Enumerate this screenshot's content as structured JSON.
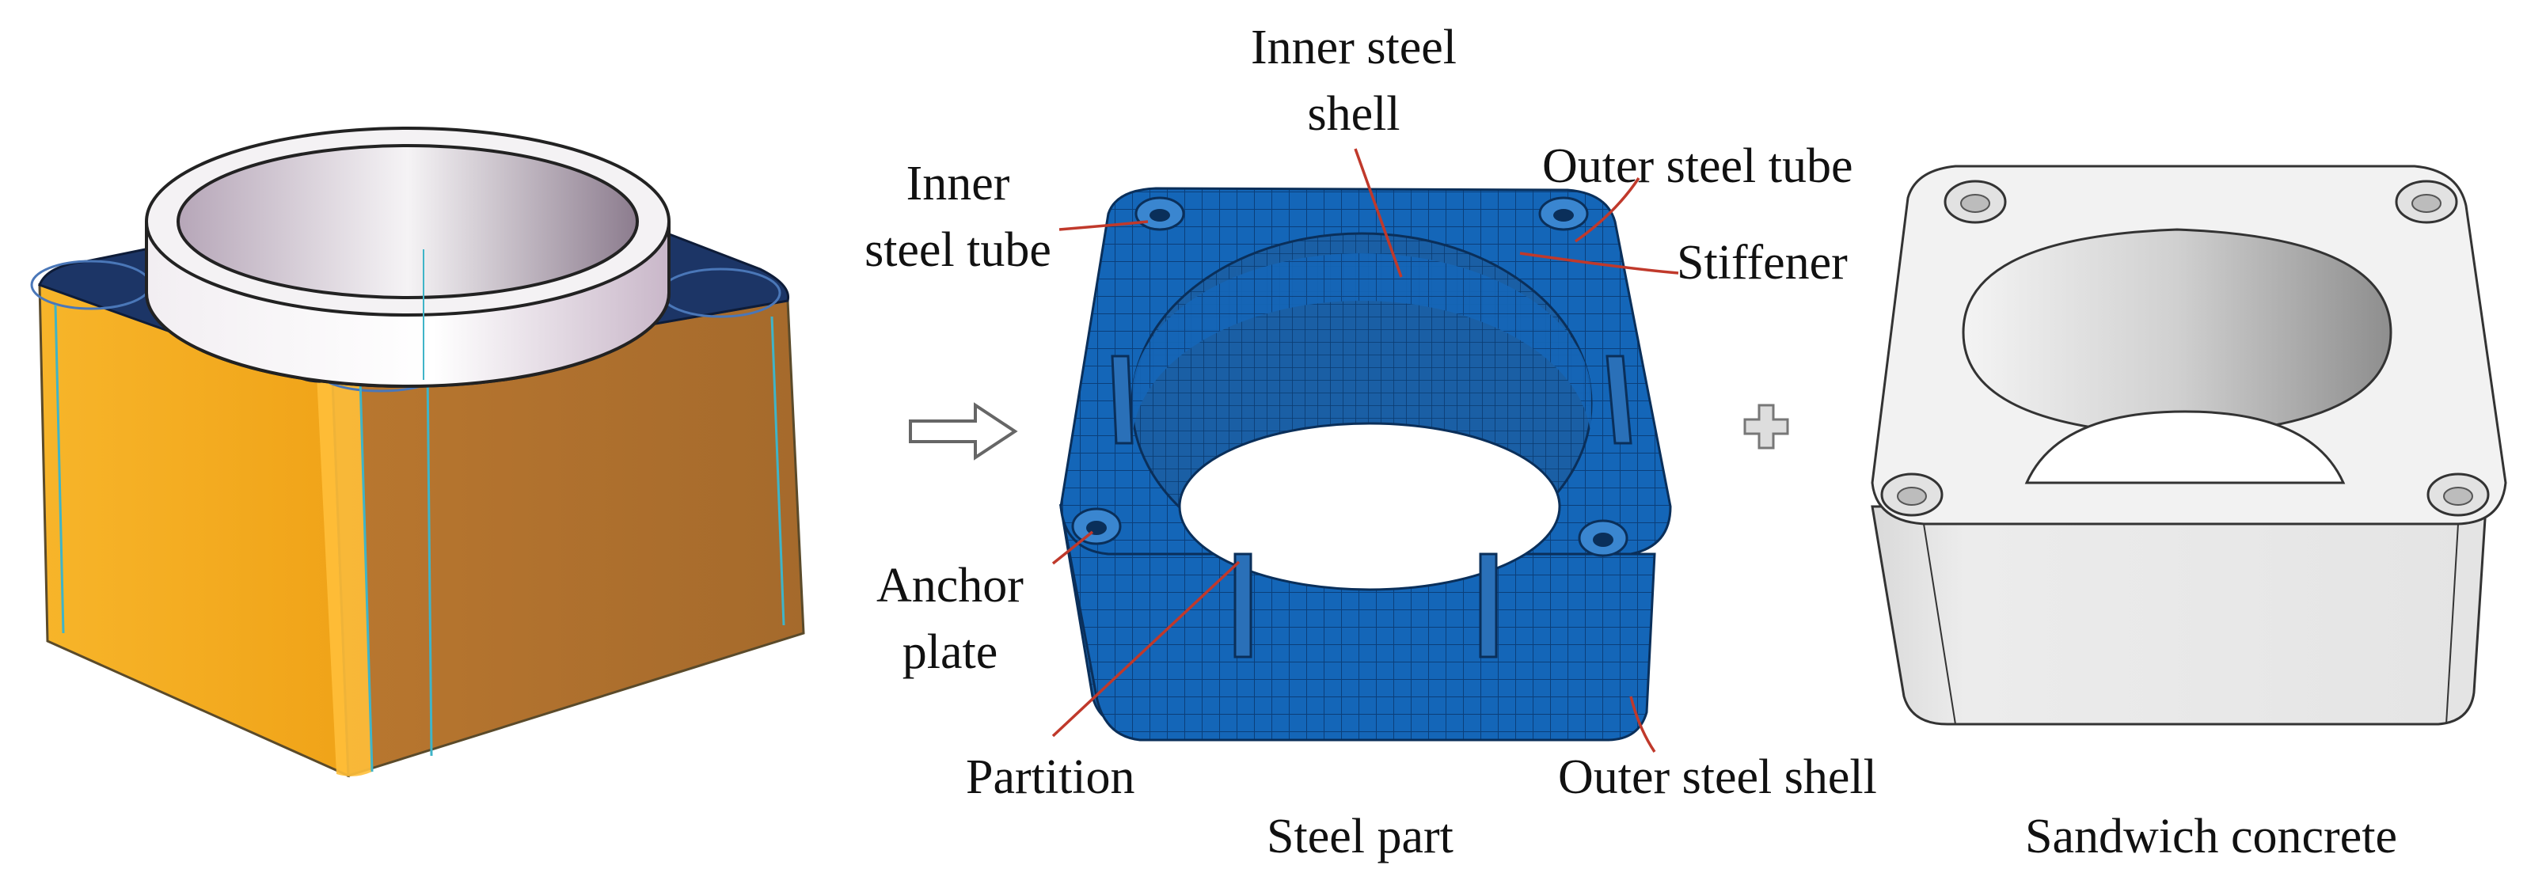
{
  "figure": {
    "labels": {
      "inner_steel_shell": [
        "Inner steel",
        "shell"
      ],
      "inner_steel_tube": [
        "Inner",
        "steel tube"
      ],
      "outer_steel_tube": "Outer steel tube",
      "stiffener": "Stiffener",
      "anchor_plate": [
        "Anchor",
        "plate"
      ],
      "partition": "Partition",
      "outer_steel_shell": "Outer steel shell",
      "steel_part": "Steel part",
      "sandwich_concrete": "Sandwich concrete"
    },
    "operators": {
      "arrow": "⇒",
      "plus": "+"
    },
    "colors": {
      "assembly_orange": "#f2a51c",
      "assembly_dark_face": "#1c3566",
      "steel_mesh_blue": "#1464b4",
      "concrete_gray": "#e6e6e6",
      "leader_line": "#c0392b"
    }
  }
}
